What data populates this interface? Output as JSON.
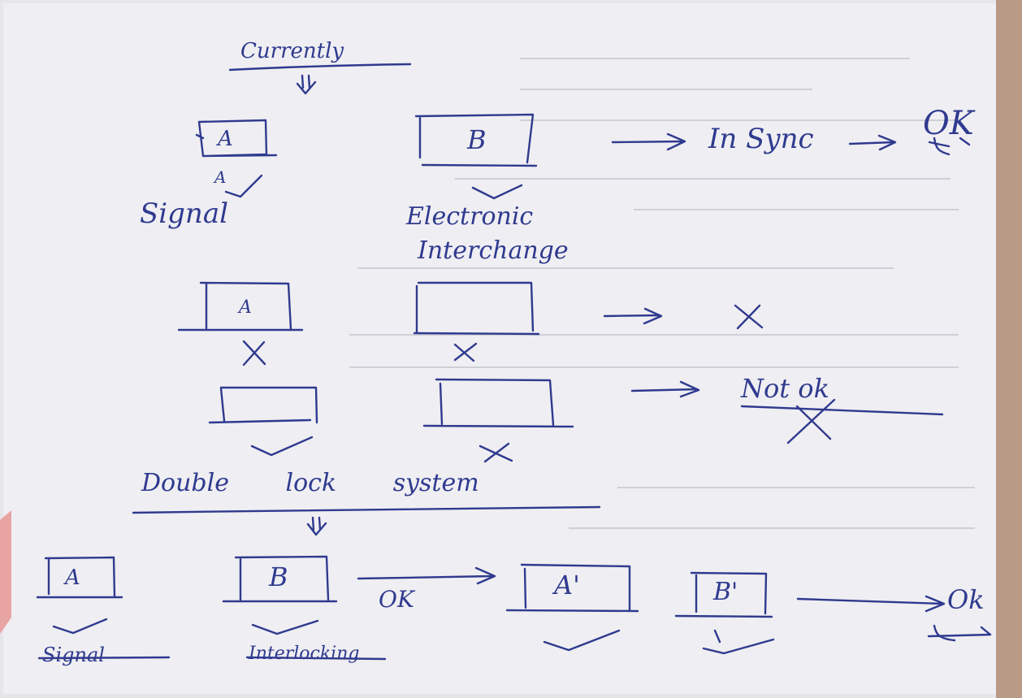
{
  "colors": {
    "paper": "#efeef2",
    "ink": "#2f3a8f",
    "edge_right": "#b89a86",
    "edge_left": "#e8a3a3"
  },
  "heading": "Currently",
  "row1": {
    "box_a": "A",
    "box_b": "B",
    "box_a_mark": "A",
    "label_a": "Signal",
    "label_b_line1": "Electronic",
    "label_b_line2": "Interchange",
    "result": "In Sync",
    "outcome": "OK"
  },
  "row2": {
    "box_a": "A",
    "result": "X ."
  },
  "row3": {
    "result": "Not ok"
  },
  "section2": {
    "heading": "Double lock system",
    "box_a": "A",
    "box_b": "B",
    "arrow_label": "OK",
    "box_a_prime": "A'",
    "box_b_prime": "B'",
    "outcome": "Ok",
    "label_a_struck": "Signal",
    "label_b_struck": "Interlocking"
  }
}
